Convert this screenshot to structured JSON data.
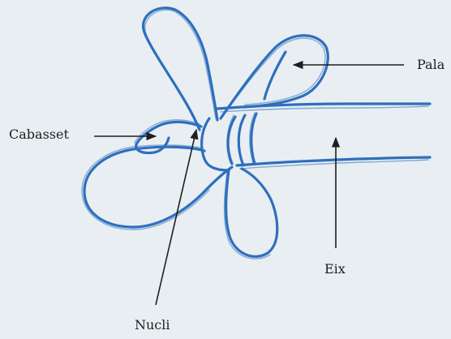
{
  "colors": {
    "background": "#e8eef2",
    "propeller_stroke": "#2e6fbd",
    "arrow": "#1e1e1e",
    "label_text": "#1e1e1e"
  },
  "labels": {
    "pala": "Pala",
    "cabasset": "Cabasset",
    "eix": "Eix",
    "nucli": "Nucli"
  }
}
